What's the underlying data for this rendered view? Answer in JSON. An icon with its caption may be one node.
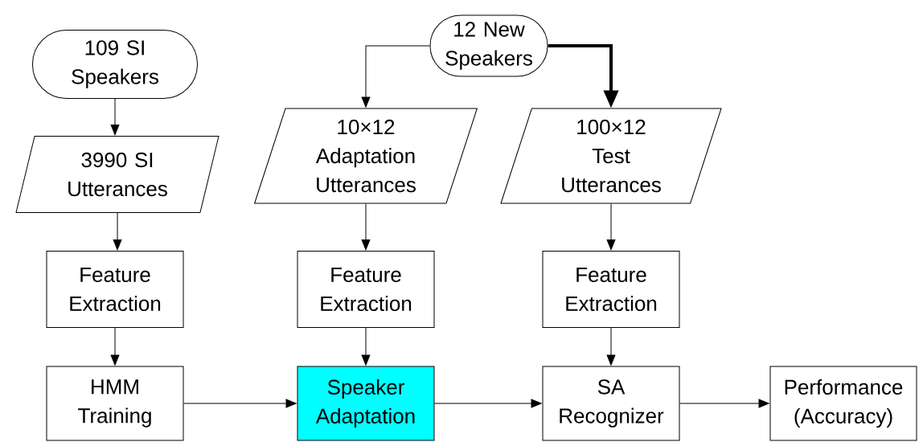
{
  "diagram": {
    "nodes": [
      {
        "text": [
          "109 SI Speakers"
        ]
      },
      {
        "text": [
          "12 New Speakers"
        ]
      },
      {
        "text": [
          "3990 SI Utterances"
        ]
      },
      {
        "text": [
          "10×12 Adaptation Utterances"
        ]
      },
      {
        "text": [
          "100×12 Test Utterances"
        ]
      },
      {
        "text": [
          "Feature Extraction"
        ]
      },
      {
        "text": [
          "Feature Extraction"
        ]
      },
      {
        "text": [
          "Feature Extraction"
        ]
      },
      {
        "text": [
          "HMM Training"
        ]
      },
      {
        "text": [
          "Speaker Adaptation"
        ]
      },
      {
        "text": [
          "SA Recognizer"
        ]
      },
      {
        "text": [
          "Performance (Accuracy)"
        ]
      }
    ],
    "edges": [
      {
        "from": 0,
        "to": 2,
        "arrow": "to"
      },
      {
        "from": 1,
        "to": 3,
        "arrow": "to"
      },
      {
        "from": 1,
        "to": 4,
        "arrow": "to",
        "style": "thick"
      },
      {
        "from": 2,
        "to": 5,
        "arrow": "to"
      },
      {
        "from": 3,
        "to": 6,
        "arrow": "to"
      },
      {
        "from": 4,
        "to": 7,
        "arrow": "to"
      },
      {
        "from": 5,
        "to": 8,
        "arrow": "to"
      },
      {
        "from": 6,
        "to": 9,
        "arrow": "to"
      },
      {
        "from": 7,
        "to": 10,
        "arrow": "to"
      },
      {
        "from": 8,
        "to": 9,
        "arrow": "to"
      },
      {
        "from": 9,
        "to": 10,
        "arrow": "to"
      },
      {
        "from": 10,
        "to": 11,
        "arrow": "to"
      }
    ]
  }
}
